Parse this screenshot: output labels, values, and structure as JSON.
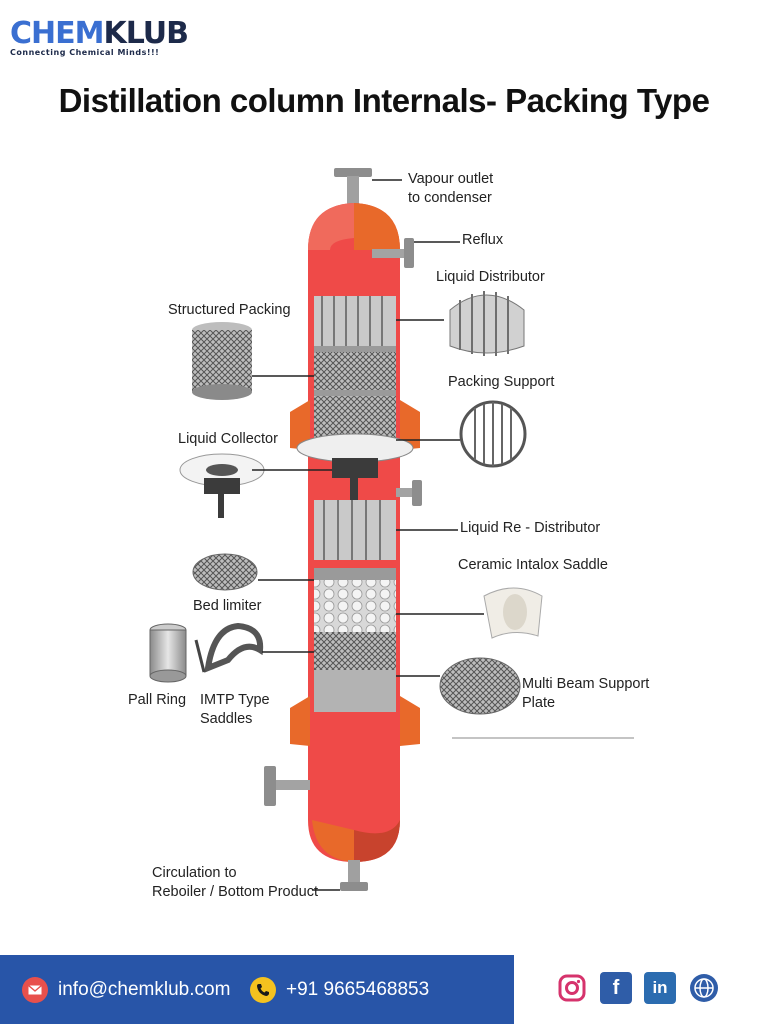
{
  "brand": {
    "name_part1": "CHEM",
    "name_part2": "KLUB",
    "tagline": "Connecting Chemical Minds!!!"
  },
  "title": "Distillation column Internals- Packing Type",
  "labels": {
    "vapour_outlet": "Vapour outlet\nto condenser",
    "reflux": "Reflux",
    "liquid_distributor": "Liquid Distributor",
    "structured_packing": "Structured Packing",
    "packing_support": "Packing Support",
    "liquid_collector": "Liquid Collector",
    "liquid_redistributor": "Liquid Re - Distributor",
    "ceramic_intalox_saddle": "Ceramic Intalox Saddle",
    "bed_limiter": "Bed limiter",
    "pall_ring": "Pall Ring",
    "imtp_saddles": "IMTP Type\nSaddles",
    "multi_beam_support": "Multi Beam Support\nPlate",
    "circulation": "Circulation to\nReboiler / Bottom Product"
  },
  "footer": {
    "email": "info@chemklub.com",
    "phone": "+91 9665468853",
    "email_icon": "mail-icon",
    "phone_icon": "phone-icon"
  },
  "social": {
    "icons": [
      "instagram-icon",
      "facebook-icon",
      "linkedin-icon",
      "globe-icon"
    ],
    "facebook_glyph": "f",
    "linkedin_glyph": "in"
  },
  "colors": {
    "column_red": "#ef4a48",
    "column_orange": "#e8692a",
    "footer_blue": "#2855a8",
    "brand_blue": "#3a6fd1"
  }
}
